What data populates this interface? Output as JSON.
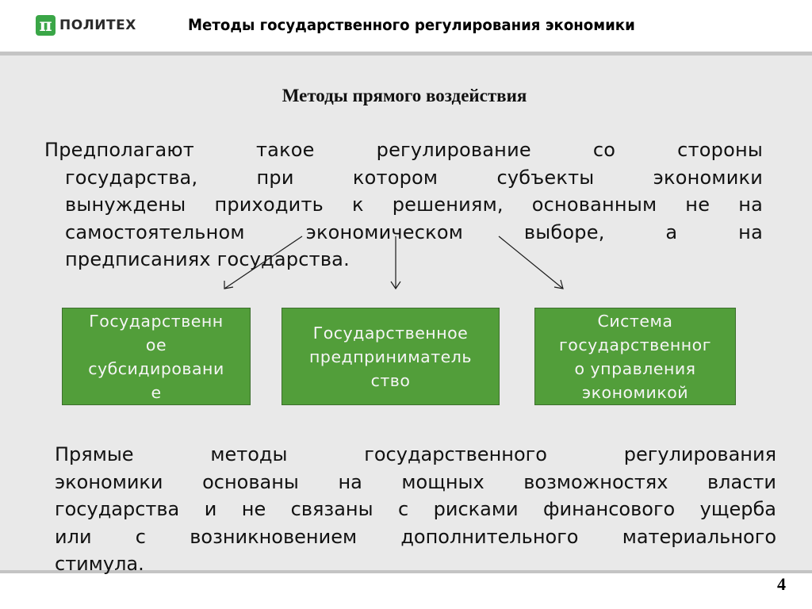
{
  "header": {
    "logo_mark": "π",
    "logo_text": "ПОЛИТЕХ",
    "title": "Методы государственного регулирования экономики"
  },
  "slide": {
    "subtitle": "Методы прямого воздействия",
    "paragraph1_lines": [
      "Предполагают такое регулирование со стороны",
      "государства, при котором субъекты экономики",
      "вынуждены приходить к решениям, основанным не на",
      "самостоятельном экономическом выборе, а на",
      "предписаниях государства."
    ],
    "boxes": [
      {
        "label": "Государственн\nое\nсубсидировани\nе"
      },
      {
        "label": "Государственное\nпредприниматель\nство"
      },
      {
        "label": "Система\nгосударственног\nо управления\nэкономикой"
      }
    ],
    "paragraph2_lines": [
      "Прямые методы государственного регулирования",
      "экономики основаны на мощных возможностях власти",
      "государства и не связаны с рисками финансового ущерба",
      "или с возникновением дополнительного материального",
      "стимула."
    ],
    "page_number": "4"
  },
  "colors": {
    "logo_green": "#3aa647",
    "box_green": "#529e3a",
    "box_border": "#3d6f2d",
    "content_bg": "#e9e9e9",
    "band_gray": "#c4c4c4"
  }
}
